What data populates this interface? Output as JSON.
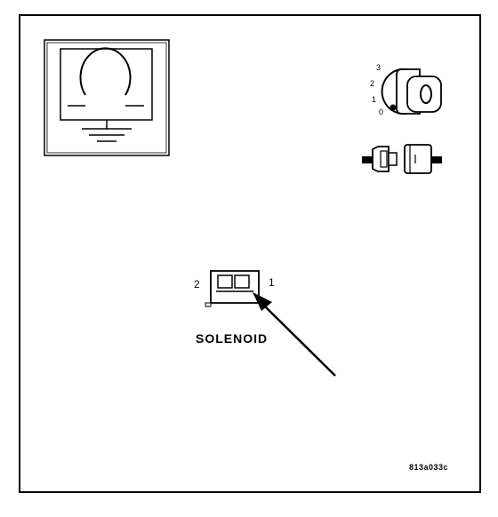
{
  "solenoid": {
    "label": "SOLENOID",
    "pin_left": "2",
    "pin_right": "1"
  },
  "ignition_switch": {
    "positions": [
      "3",
      "2",
      "1",
      "0"
    ]
  },
  "icons": {
    "meter": "ohmmeter-icon",
    "key": "ignition-key-icon",
    "connector": "disconnected-connector-icon",
    "arrow": "pointer-arrow-icon"
  },
  "figure_code": "813a033c"
}
